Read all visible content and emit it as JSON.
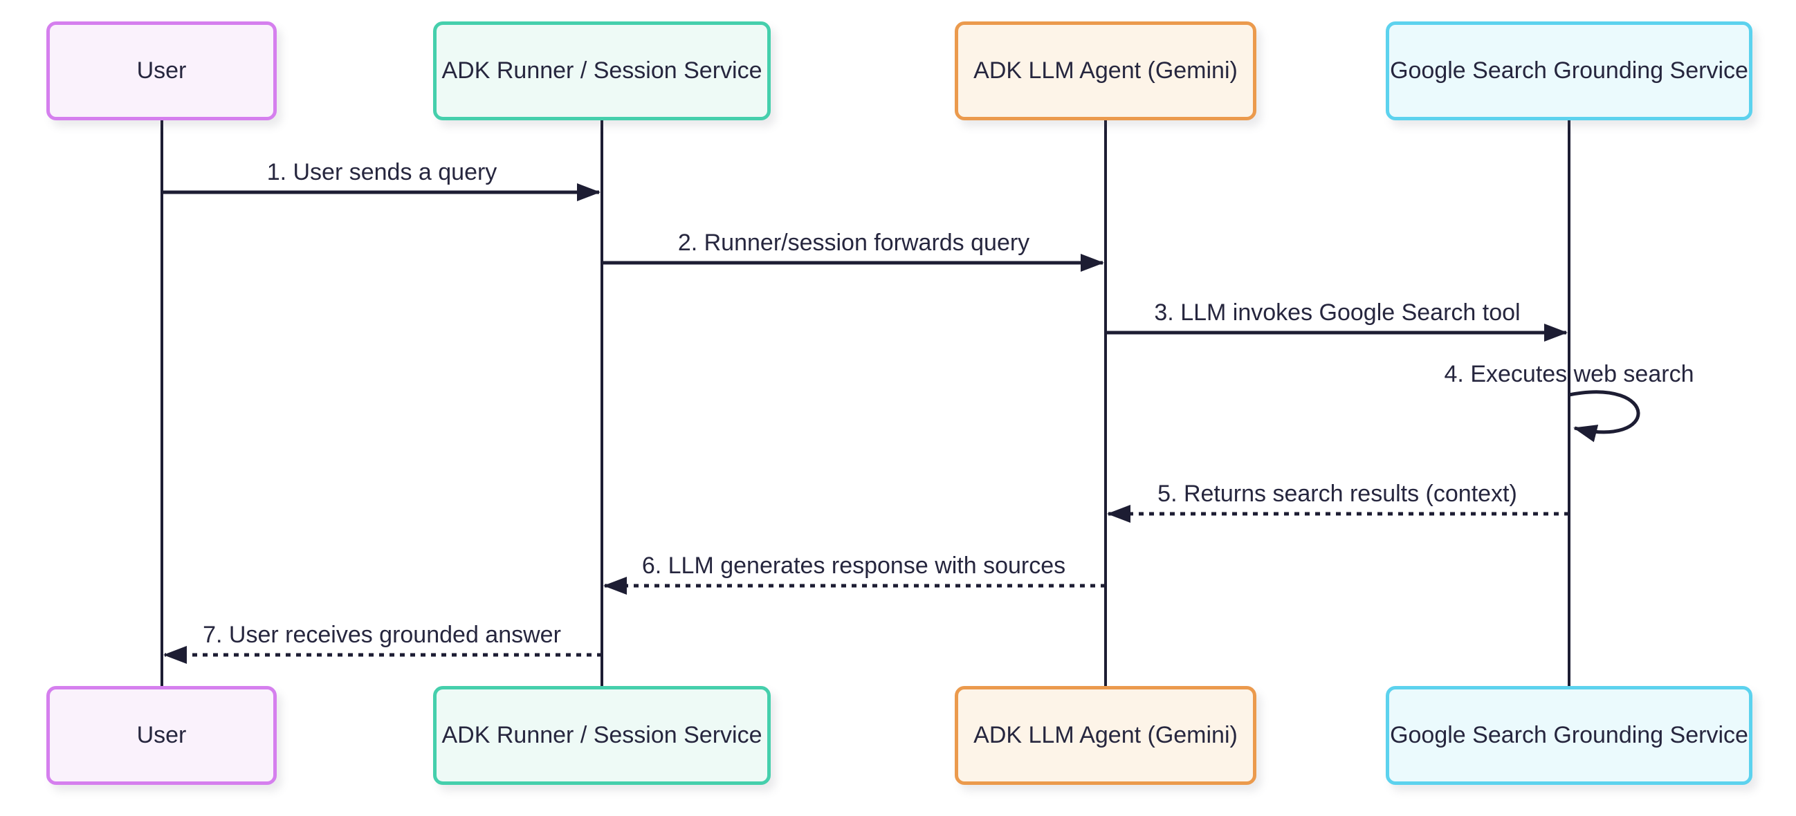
{
  "diagram": {
    "type": "sequence-diagram",
    "background_color": "#ffffff",
    "line_color": "#1d1d33",
    "text_color": "#26263e",
    "actors": [
      {
        "id": "user",
        "name": "User",
        "border_color": "#d57fee",
        "fill_color": "#faf2fc"
      },
      {
        "id": "adk-runner",
        "name": "ADK Runner / Session Service",
        "border_color": "#45cfac",
        "fill_color": "#eefaf6"
      },
      {
        "id": "adk-llm-agent",
        "name": "ADK LLM Agent (Gemini)",
        "border_color": "#eb9a4d",
        "fill_color": "#fdf4e8"
      },
      {
        "id": "google-search",
        "name": "Google Search Grounding Service",
        "border_color": "#5cd2ee",
        "fill_color": "#ebfafd"
      }
    ],
    "messages": [
      {
        "seq": 1,
        "label": "1. User sends a query",
        "from": "User",
        "to": "ADK Runner / Session Service",
        "style": "solid"
      },
      {
        "seq": 2,
        "label": "2. Runner/session forwards query",
        "from": "ADK Runner / Session Service",
        "to": "ADK LLM Agent (Gemini)",
        "style": "solid"
      },
      {
        "seq": 3,
        "label": "3. LLM invokes Google Search tool",
        "from": "ADK LLM Agent (Gemini)",
        "to": "Google Search Grounding Service",
        "style": "solid"
      },
      {
        "seq": 4,
        "label": "4. Executes web search",
        "from": "Google Search Grounding Service",
        "to": "Google Search Grounding Service",
        "style": "self-loop"
      },
      {
        "seq": 5,
        "label": "5. Returns search results (context)",
        "from": "Google Search Grounding Service",
        "to": "ADK LLM Agent (Gemini)",
        "style": "dotted"
      },
      {
        "seq": 6,
        "label": "6. LLM generates response with sources",
        "from": "ADK LLM Agent (Gemini)",
        "to": "ADK Runner / Session Service",
        "style": "dotted"
      },
      {
        "seq": 7,
        "label": "7. User receives grounded answer",
        "from": "ADK Runner / Session Service",
        "to": "User",
        "style": "dotted"
      }
    ]
  }
}
